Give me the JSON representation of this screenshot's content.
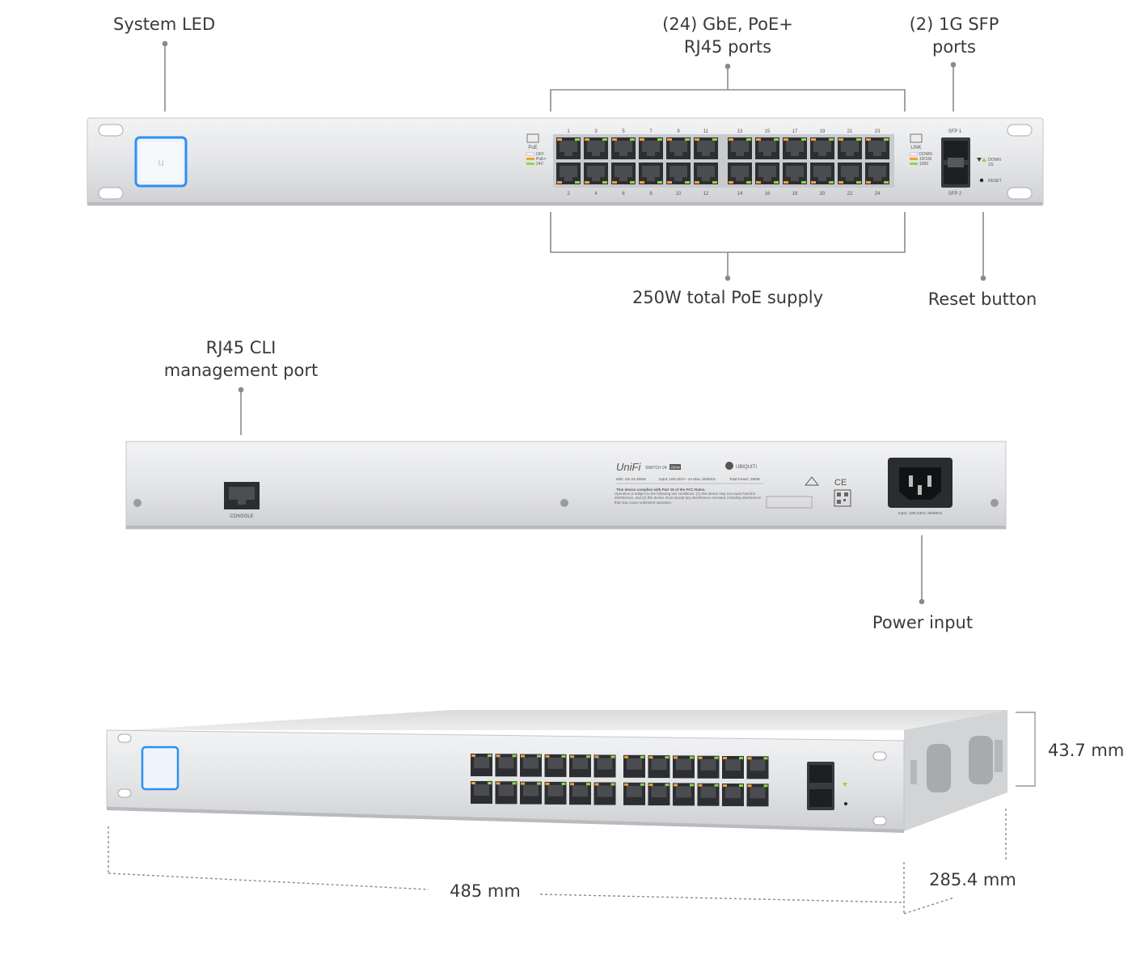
{
  "callouts": {
    "system_led": "System LED",
    "gbe_ports": [
      "(24) GbE, PoE+",
      "RJ45 ports"
    ],
    "sfp_ports": [
      "(2) 1G SFP",
      "ports"
    ],
    "poe_supply": "250W total PoE supply",
    "reset_button": "Reset button",
    "cli_port": [
      "RJ45 CLI",
      "management port"
    ],
    "power_input": "Power input"
  },
  "dimensions": {
    "height": "43.7 mm",
    "width": "485 mm",
    "depth": "285.4 mm"
  },
  "front_panel": {
    "port_numbers_top": [
      "1",
      "3",
      "5",
      "7",
      "9",
      "11",
      "13",
      "15",
      "17",
      "19",
      "21",
      "23"
    ],
    "port_numbers_bottom": [
      "2",
      "4",
      "6",
      "8",
      "10",
      "12",
      "14",
      "16",
      "18",
      "20",
      "22",
      "24"
    ],
    "poe_label": "PoE",
    "poe_legend": [
      "OFF",
      "PoE+",
      "24V"
    ],
    "link_label": "LINK",
    "link_legend": [
      "DOWN",
      "10/100",
      "1000"
    ],
    "sfp1": "SFP 1",
    "sfp2": "SFP 2",
    "sfp_legend": [
      "DOWN",
      "1G"
    ],
    "reset": "RESET"
  },
  "back_panel": {
    "console": "CONSOLE",
    "brand": "UniFi",
    "model_badge": "SWITCH 24",
    "model_badge_2": "250W",
    "maker": "UBIQUITI",
    "mn": "M/N: US-24-250W",
    "input_spec": "Input: 100-240V~ 4A Max, 50/60Hz",
    "total_power": "Total Power: 250W",
    "fcc_title": "This device complies with Part 15 of the FCC Rules.",
    "fcc_text": "Operation is subject to the following two conditions: (1) this device may not cause harmful interference, and (2) this device must accept any interference received, including interference that may cause undesired operation.",
    "power_rating": "Input: 100-240V, 50/60Hz"
  },
  "colors": {
    "led_blue": "#2f8ff0",
    "chassis": "#e6e7e9",
    "port_amber": "#f0a23a",
    "port_green": "#8ed64a"
  }
}
